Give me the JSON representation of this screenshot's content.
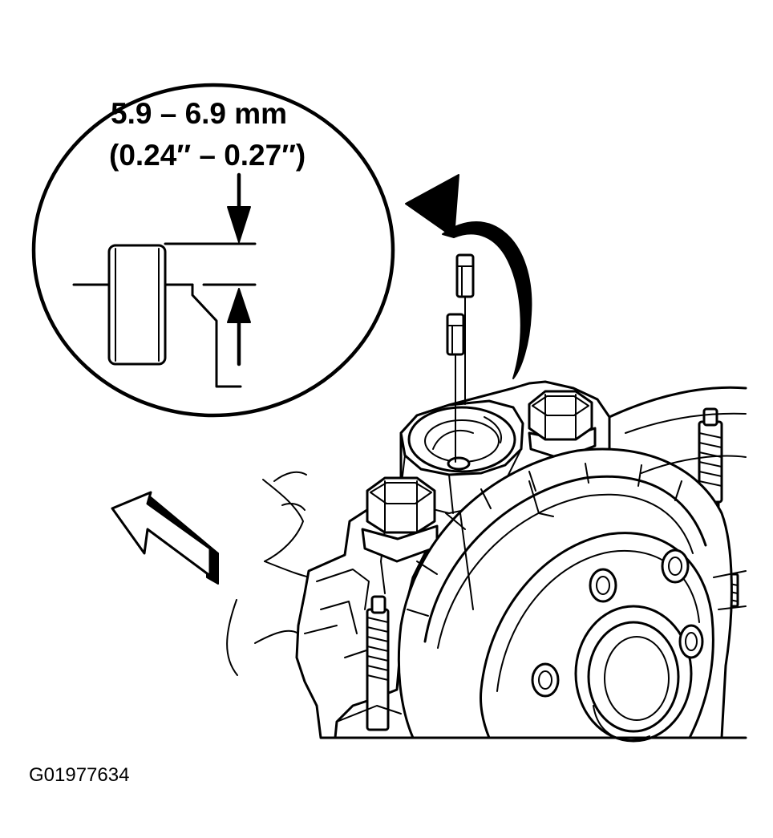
{
  "detail": {
    "measurement_mm": "5.9 – 6.9 mm",
    "measurement_in": "(0.24″ – 0.27″)"
  },
  "figure_id": "G01977634",
  "icons": {
    "rotation_arrow": "curved-arrow-icon",
    "direction_arrow": "block-arrow-left-icon",
    "dimension_arrows": "arrow-icon"
  },
  "colors": {
    "ink": "#000000",
    "paper": "#ffffff"
  }
}
